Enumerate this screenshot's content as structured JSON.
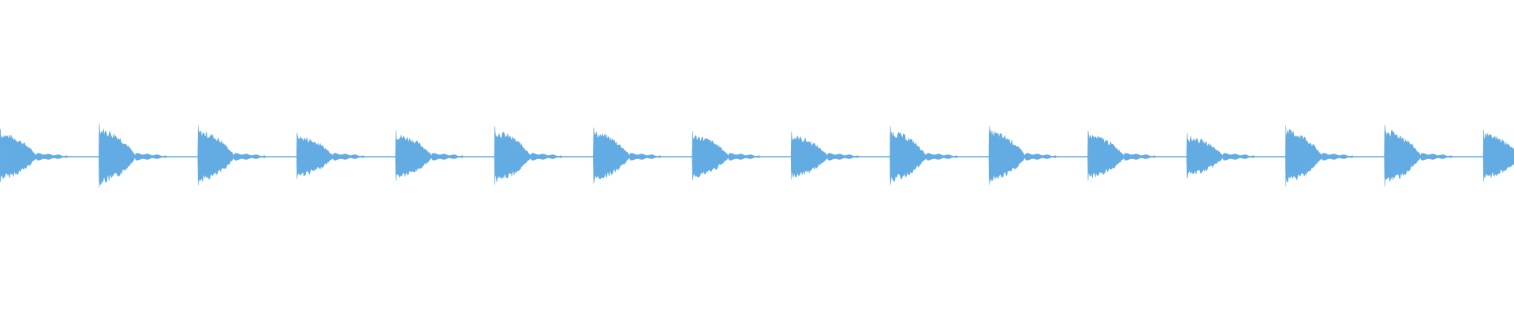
{
  "waveform": {
    "color": "#62abe3",
    "background": "#ffffff",
    "pulse_count": 16,
    "pulse_peaks": [
      0.78,
      0.95,
      0.88,
      0.68,
      0.74,
      0.86,
      0.82,
      0.72,
      0.7,
      0.86,
      0.86,
      0.74,
      0.66,
      0.9,
      0.9,
      0.76
    ]
  }
}
